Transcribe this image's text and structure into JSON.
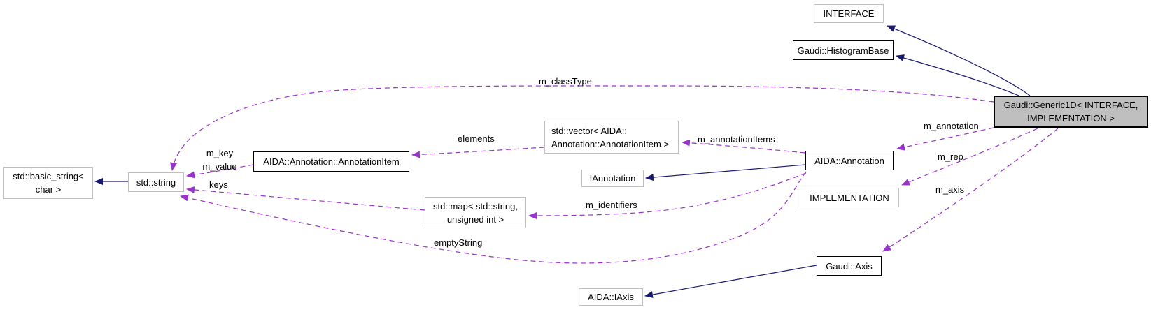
{
  "nodes": {
    "interface": {
      "label": "INTERFACE"
    },
    "histogram_base": {
      "label": "Gaudi::HistogramBase"
    },
    "generic1d": {
      "line1": "Gaudi::Generic1D< INTERFACE,",
      "line2": "IMPLEMENTATION >"
    },
    "annotation": {
      "label": "AIDA::Annotation"
    },
    "iannotation": {
      "label": "IAnnotation"
    },
    "implementation": {
      "label": "IMPLEMENTATION"
    },
    "vector_annotation_item": {
      "line1": "std::vector< AIDA::",
      "line2": "Annotation::AnnotationItem >"
    },
    "annotation_item": {
      "label": "AIDA::Annotation::AnnotationItem"
    },
    "map_string_uint": {
      "line1": "std::map< std::string,",
      "line2": "unsigned int >"
    },
    "std_string": {
      "label": "std::string"
    },
    "basic_string": {
      "line1": "std::basic_string<",
      "line2": "char >"
    },
    "axis": {
      "label": "Gaudi::Axis"
    },
    "iaxis": {
      "label": "AIDA::IAxis"
    }
  },
  "edge_labels": {
    "m_classType": "m_classType",
    "m_annotation": "m_annotation",
    "m_rep": "m_rep",
    "m_axis": "m_axis",
    "m_annotationItems": "m_annotationItems",
    "elements": "elements",
    "m_key": "m_key",
    "m_value": "m_value",
    "keys": "keys",
    "m_identifiers": "m_identifiers",
    "emptyString": "emptyString"
  },
  "colors": {
    "inheritance_edge": "#191970",
    "usage_edge": "#9a32cd",
    "current_node_fill": "#bfbfbf",
    "documented_node_border": "#000000",
    "reference_node_border": "#bfbfbf"
  }
}
